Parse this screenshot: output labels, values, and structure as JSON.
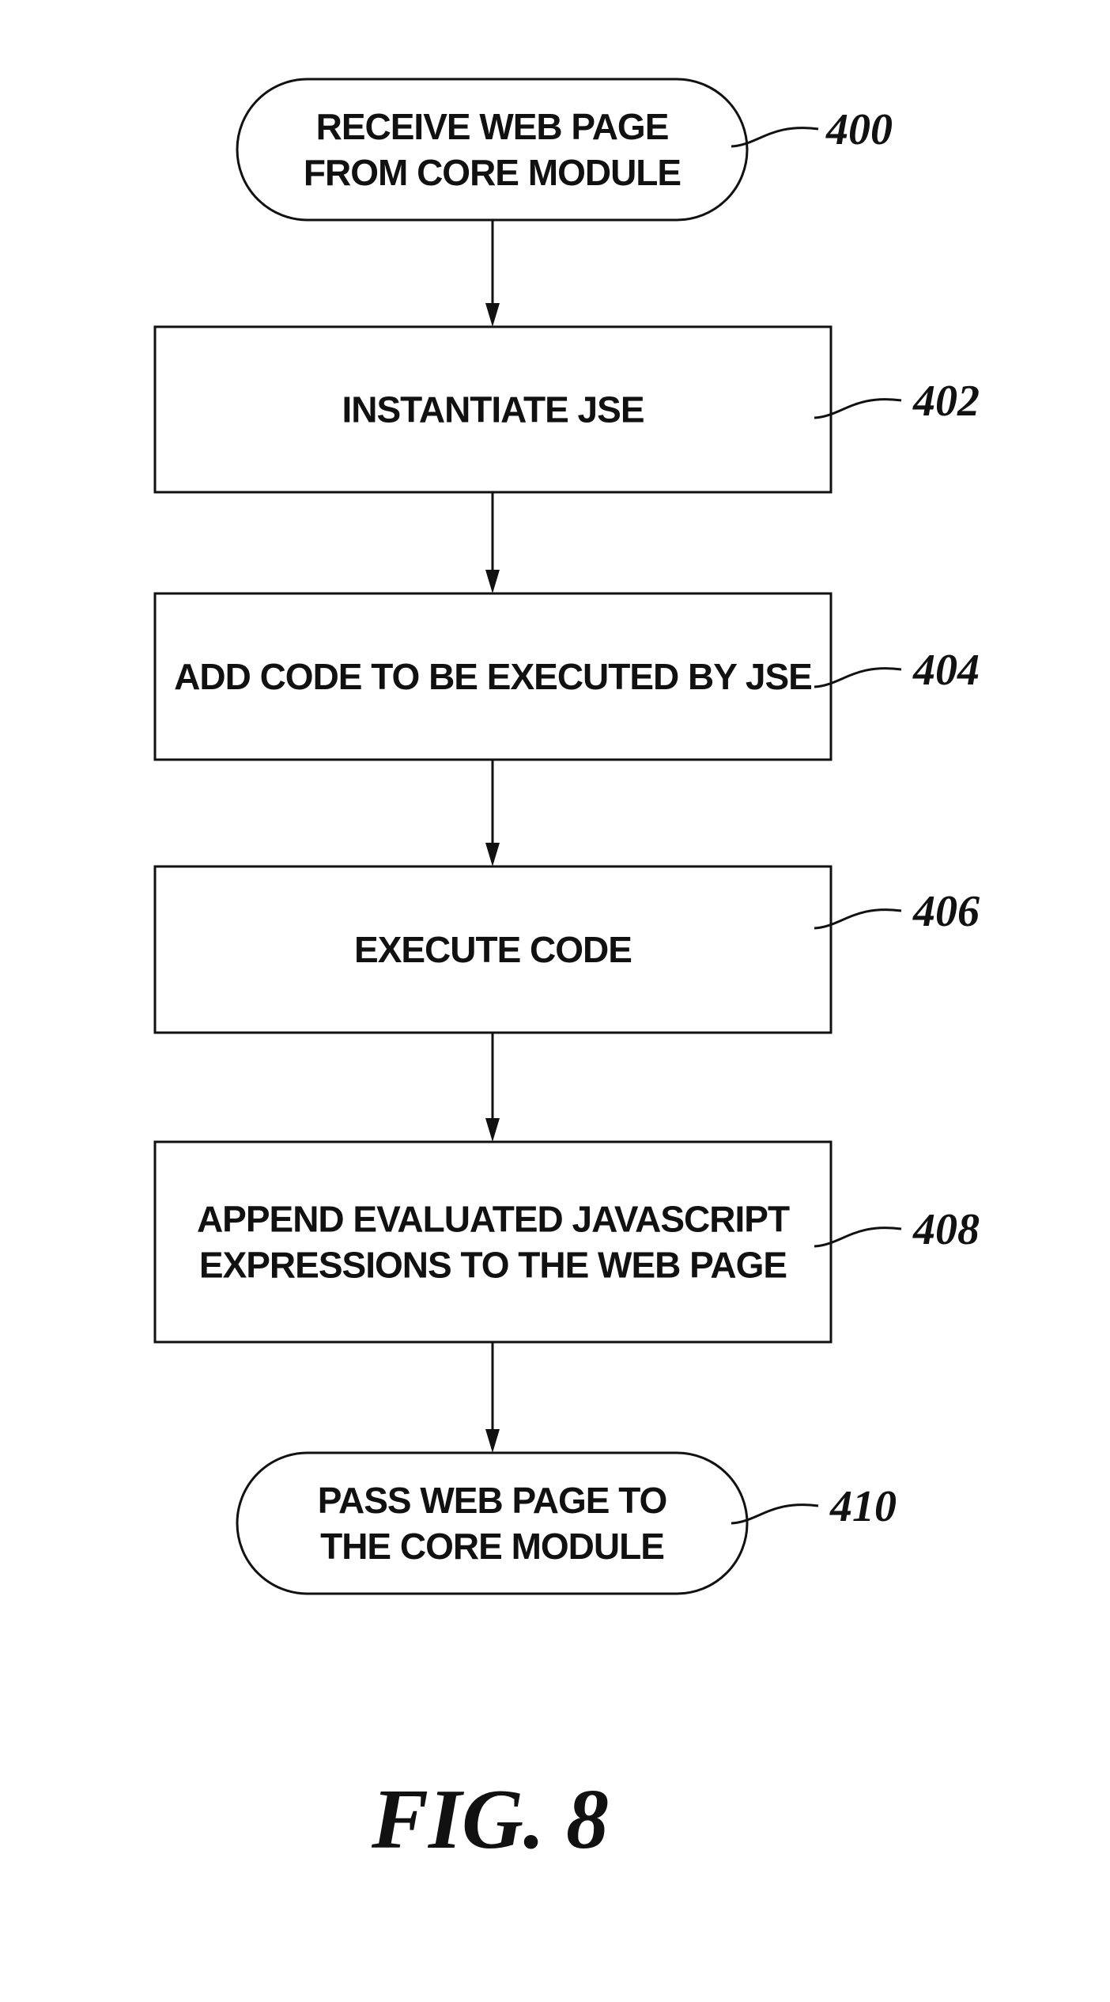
{
  "nodes": [
    {
      "id": "400",
      "shape": "terminal",
      "lines": [
        "RECEIVE WEB PAGE",
        "FROM CORE MODULE"
      ],
      "ref": "400"
    },
    {
      "id": "402",
      "shape": "process",
      "lines": [
        "INSTANTIATE JSE"
      ],
      "ref": "402"
    },
    {
      "id": "404",
      "shape": "process",
      "lines": [
        "ADD CODE TO BE EXECUTED BY JSE"
      ],
      "ref": "404"
    },
    {
      "id": "406",
      "shape": "process",
      "lines": [
        "EXECUTE CODE"
      ],
      "ref": "406"
    },
    {
      "id": "408",
      "shape": "process",
      "lines": [
        "APPEND EVALUATED JAVASCRIPT",
        "EXPRESSIONS TO THE WEB PAGE"
      ],
      "ref": "408"
    },
    {
      "id": "410",
      "shape": "terminal",
      "lines": [
        "PASS WEB PAGE TO",
        "THE CORE MODULE"
      ],
      "ref": "410"
    }
  ],
  "edges": [
    {
      "from": "400",
      "to": "402"
    },
    {
      "from": "402",
      "to": "404"
    },
    {
      "from": "404",
      "to": "406"
    },
    {
      "from": "406",
      "to": "408"
    },
    {
      "from": "408",
      "to": "410"
    }
  ],
  "caption": "FIG.  8"
}
